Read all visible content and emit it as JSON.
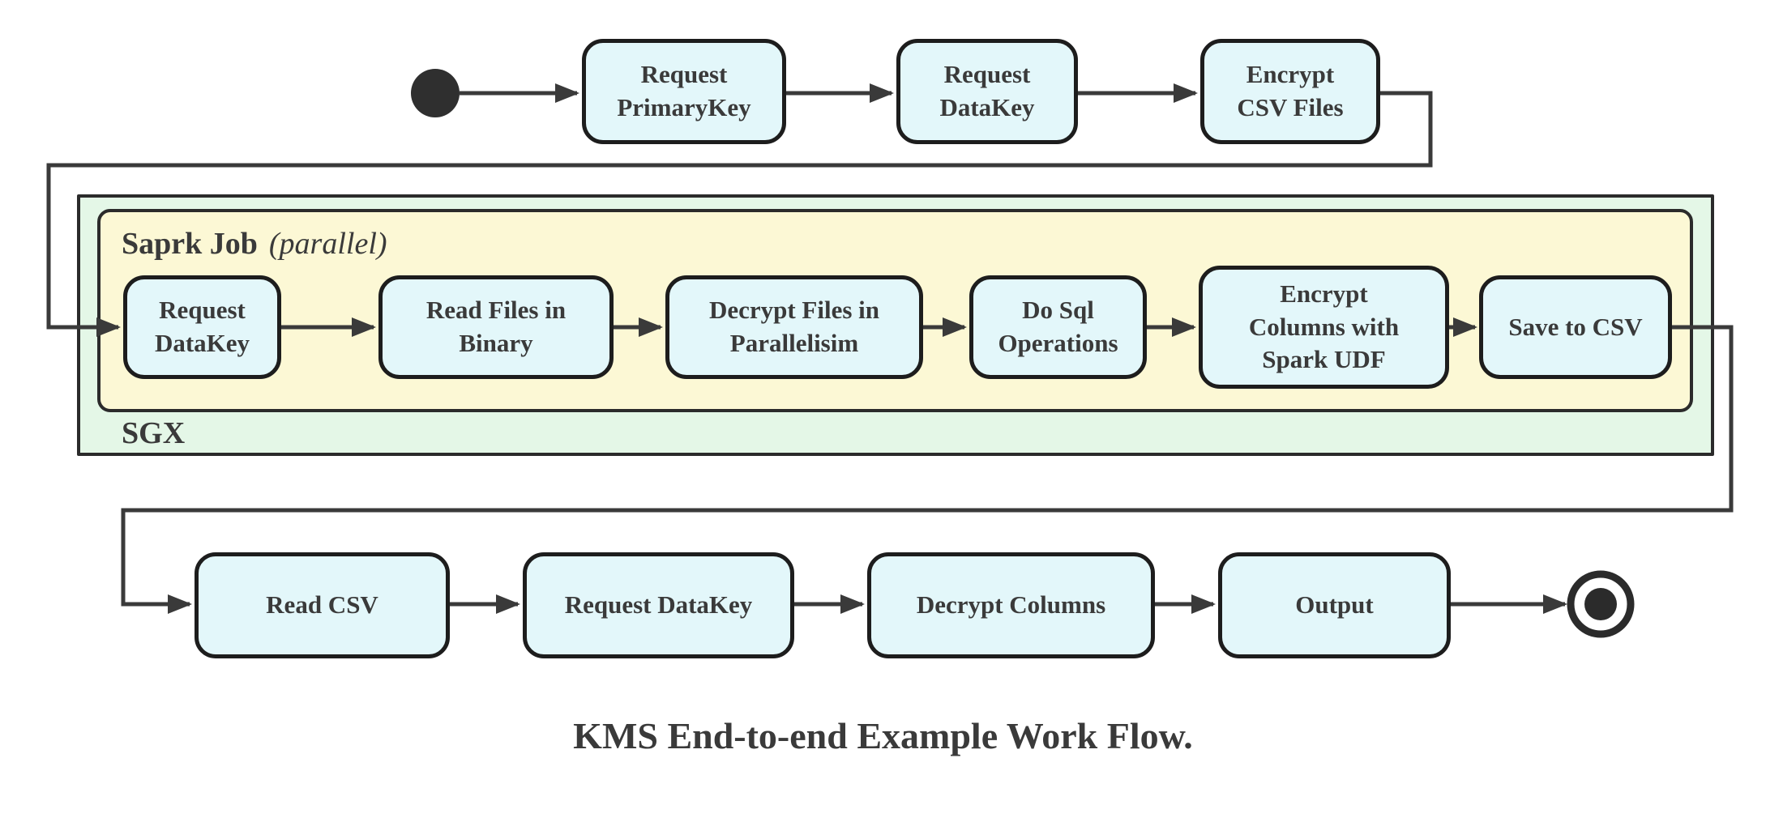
{
  "diagram": {
    "caption": "KMS End-to-end Example Work Flow.",
    "colors": {
      "node_fill": "#e3f7fa",
      "node_border": "#1d1d1d",
      "sgx_fill": "#e4f7e7",
      "spark_fill": "#fcf8d5",
      "line": "#3a3a3a",
      "text": "#3a3a3a"
    },
    "icons": {
      "start": "filled-circle-start-state",
      "end": "double-circle-end-state"
    },
    "containers": {
      "sgx": {
        "label": "SGX"
      },
      "spark": {
        "label": "Saprk Job",
        "mode": "(parallel)"
      }
    },
    "nodes": {
      "top": [
        {
          "label": "Request\nPrimaryKey"
        },
        {
          "label": "Request\nDataKey"
        },
        {
          "label": "Encrypt\nCSV Files"
        }
      ],
      "middle": [
        {
          "label": "Request\nDataKey"
        },
        {
          "label": "Read Files in\nBinary"
        },
        {
          "label": "Decrypt Files in\nParallelisim"
        },
        {
          "label": "Do Sql\nOperations"
        },
        {
          "label": "Encrypt\nColumns with\nSpark UDF"
        },
        {
          "label": "Save to CSV"
        }
      ],
      "bottom": [
        {
          "label": "Read CSV"
        },
        {
          "label": "Request DataKey"
        },
        {
          "label": "Decrypt Columns"
        },
        {
          "label": "Output"
        }
      ]
    }
  }
}
